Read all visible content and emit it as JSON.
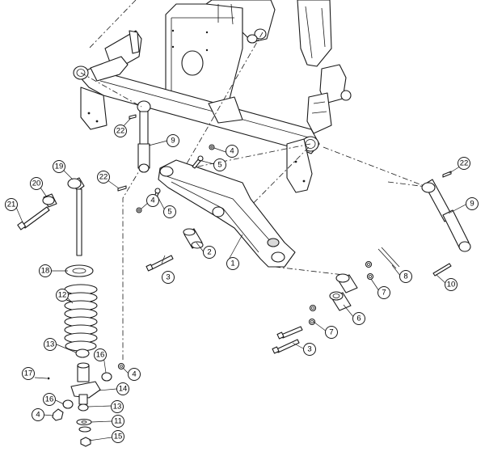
{
  "callouts": [
    {
      "id": "c1",
      "label": "1"
    },
    {
      "id": "c2",
      "label": "2"
    },
    {
      "id": "c3a",
      "label": "3"
    },
    {
      "id": "c3b",
      "label": "3"
    },
    {
      "id": "c4a",
      "label": "4"
    },
    {
      "id": "c4b",
      "label": "4"
    },
    {
      "id": "c4c",
      "label": "4"
    },
    {
      "id": "c4d",
      "label": "4"
    },
    {
      "id": "c5a",
      "label": "5"
    },
    {
      "id": "c5b",
      "label": "5"
    },
    {
      "id": "c6",
      "label": "6"
    },
    {
      "id": "c7a",
      "label": "7"
    },
    {
      "id": "c7b",
      "label": "7"
    },
    {
      "id": "c8",
      "label": "8"
    },
    {
      "id": "c9a",
      "label": "9"
    },
    {
      "id": "c9b",
      "label": "9"
    },
    {
      "id": "c10",
      "label": "10"
    },
    {
      "id": "c11",
      "label": "11"
    },
    {
      "id": "c12",
      "label": "12"
    },
    {
      "id": "c13a",
      "label": "13"
    },
    {
      "id": "c13b",
      "label": "13"
    },
    {
      "id": "c14",
      "label": "14"
    },
    {
      "id": "c15",
      "label": "15"
    },
    {
      "id": "c16a",
      "label": "16"
    },
    {
      "id": "c16b",
      "label": "16"
    },
    {
      "id": "c17",
      "label": "17"
    },
    {
      "id": "c18",
      "label": "18"
    },
    {
      "id": "c19",
      "label": "19"
    },
    {
      "id": "c20",
      "label": "20"
    },
    {
      "id": "c21",
      "label": "21"
    },
    {
      "id": "c22a",
      "label": "22"
    },
    {
      "id": "c22b",
      "label": "22"
    },
    {
      "id": "c22c",
      "label": "22"
    }
  ]
}
